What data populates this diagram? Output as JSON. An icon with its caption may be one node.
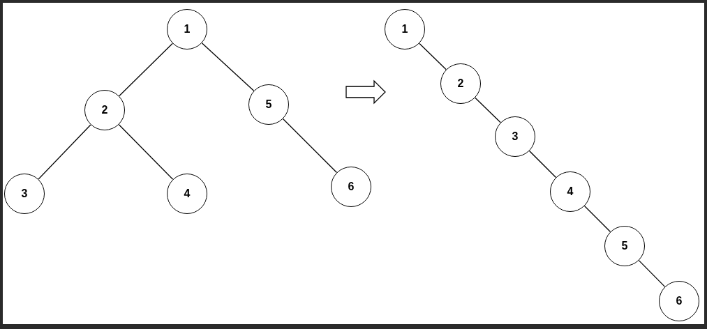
{
  "diagram": {
    "nodes": [
      {
        "text": [
          "1"
        ]
      },
      {
        "text": [
          "2"
        ]
      },
      {
        "text": [
          "5"
        ]
      },
      {
        "text": [
          "3"
        ]
      },
      {
        "text": [
          "4"
        ]
      },
      {
        "text": [
          "6"
        ]
      },
      {
        "text": [
          "1"
        ]
      },
      {
        "text": [
          "2"
        ]
      },
      {
        "text": [
          "3"
        ]
      },
      {
        "text": [
          "4"
        ]
      },
      {
        "text": [
          "5"
        ]
      },
      {
        "text": [
          "6"
        ]
      }
    ],
    "edges": [
      {
        "from": 0,
        "to": 1,
        "arrow": "none"
      },
      {
        "from": 0,
        "to": 2,
        "arrow": "none"
      },
      {
        "from": 1,
        "to": 3,
        "arrow": "none"
      },
      {
        "from": 1,
        "to": 4,
        "arrow": "none"
      },
      {
        "from": 2,
        "to": 5,
        "arrow": "none"
      },
      {
        "from": 6,
        "to": 7,
        "arrow": "none"
      },
      {
        "from": 7,
        "to": 8,
        "arrow": "none"
      },
      {
        "from": 8,
        "to": 9,
        "arrow": "none"
      },
      {
        "from": 9,
        "to": 10,
        "arrow": "none"
      },
      {
        "from": 10,
        "to": 11,
        "arrow": "none"
      }
    ]
  }
}
